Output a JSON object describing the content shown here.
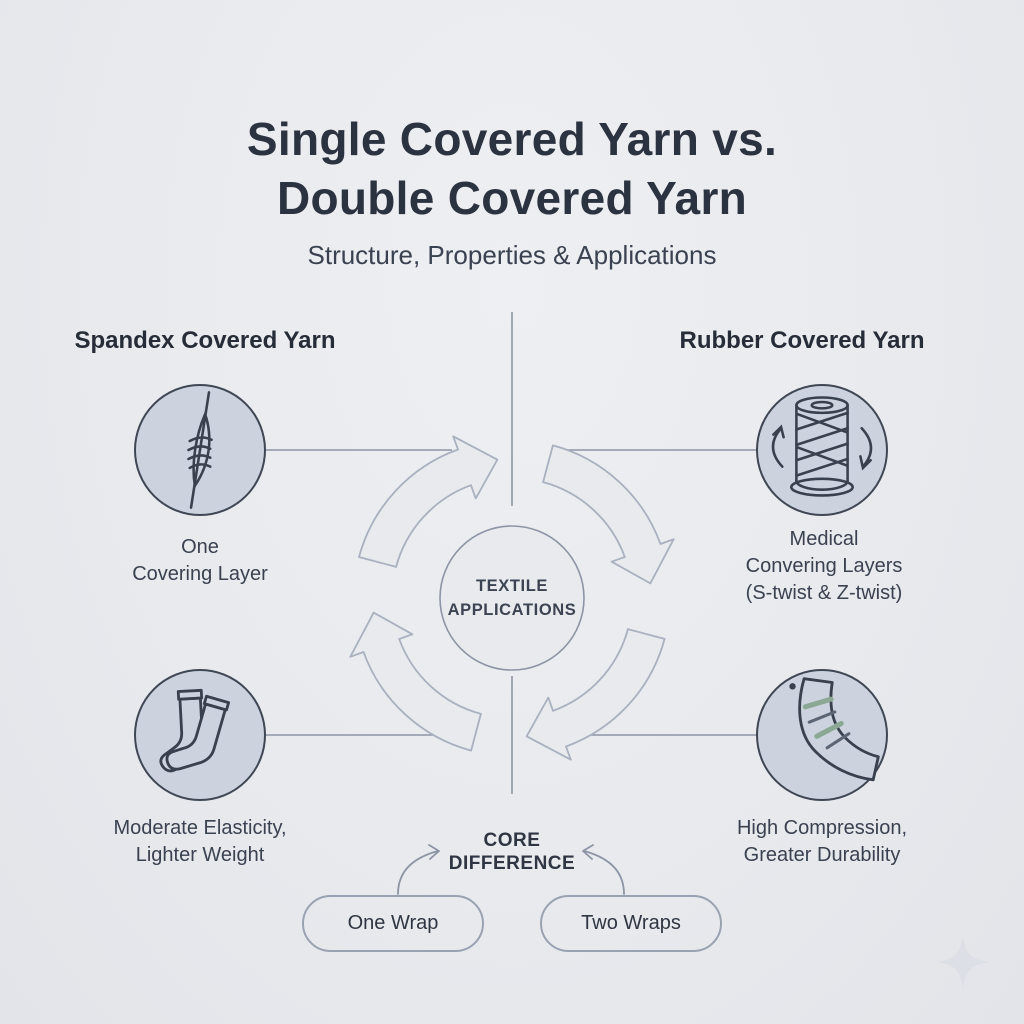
{
  "header": {
    "title": "Single Covered Yarn vs.\nDouble Covered Yarn",
    "subtitle": "Structure, Properties & Applications"
  },
  "left_column": {
    "heading": "Spandex Covered Yarn",
    "top_item": {
      "icon": "spindle-yarn-icon",
      "label": "One\nCovering Layer"
    },
    "bottom_item": {
      "icon": "socks-icon",
      "label": "Moderate Elasticity,\nLighter Weight"
    }
  },
  "right_column": {
    "heading": "Rubber Covered Yarn",
    "top_item": {
      "icon": "yarn-spool-icon",
      "label": "Medical\nConvering Layers\n(S-twist & Z-twist)"
    },
    "bottom_item": {
      "icon": "compression-sleeve-icon",
      "label": "High Compression,\nGreater Durability"
    }
  },
  "center": {
    "label": "TEXTILE\nAPPLICATIONS"
  },
  "core_difference": {
    "heading": "CORE\nDIFFERENCE",
    "options": [
      "One Wrap",
      "Two Wraps"
    ]
  },
  "colors": {
    "background": "#e8eaee",
    "title_text": "#2b3240",
    "body_text": "#3a4150",
    "circle_fill": "#ccd3de",
    "circle_stroke": "#3f4654",
    "line": "#8d94a5",
    "arrow_stroke": "#a9b0bf",
    "pill_border": "#9aa2b2",
    "stripe_green": "#8aa894",
    "sparkle": "#dcdfe6"
  }
}
